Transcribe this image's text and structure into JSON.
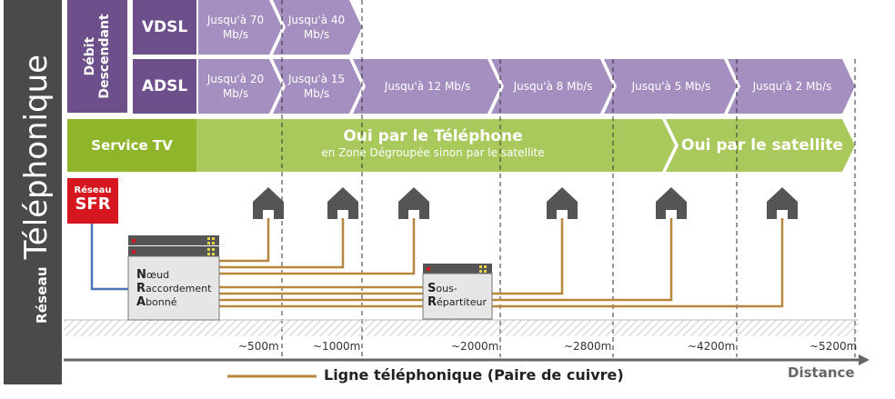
{
  "side": {
    "small": "Réseau",
    "big": "Téléphonique"
  },
  "debit": {
    "line1": "Débit",
    "line2": "Descendant"
  },
  "rows": {
    "vdsl": {
      "label": "VDSL",
      "segments": [
        {
          "l1": "Jusqu'à 70",
          "l2": "Mb/s"
        },
        {
          "l1": "Jusqu'à 40",
          "l2": "Mb/s"
        }
      ]
    },
    "adsl": {
      "label": "ADSL",
      "segments": [
        {
          "l1": "Jusqu'à 20",
          "l2": "Mb/s"
        },
        {
          "l1": "Jusqu'à 15",
          "l2": "Mb/s"
        },
        {
          "l1": "Jusqu'à 12 Mb/s",
          "l2": ""
        },
        {
          "l1": "Jusqu'à 8 Mb/s",
          "l2": ""
        },
        {
          "l1": "Jusqu'à 5 Mb/s",
          "l2": ""
        },
        {
          "l1": "Jusqu'à 2 Mb/s",
          "l2": ""
        }
      ]
    }
  },
  "tv": {
    "label": "Service TV",
    "main": "Oui par le Téléphone",
    "sub": "en Zone Dégroupée sinon par le satellite",
    "satellite": "Oui par le satellite"
  },
  "sfr": {
    "line1": "Réseau",
    "line2": "SFR"
  },
  "nra": {
    "n_initial": "N",
    "n_rest": "œud",
    "r_initial": "R",
    "r_rest": "accordement",
    "a_initial": "A",
    "a_rest": "bonné"
  },
  "sr": {
    "s_initial": "S",
    "s_rest": "ous-",
    "r_initial": "R",
    "r_rest": "épartiteur"
  },
  "distances": [
    "~500m",
    "~1000m",
    "~2000m",
    "~2800m",
    "~4200m",
    "~5200m"
  ],
  "legend": "Ligne téléphonique (Paire de cuivre)",
  "distance_label": "Distance",
  "colors": {
    "purple_dark": "#6c4f8b",
    "purple_light": "#a48fc0",
    "green_dark": "#8fb52a",
    "green_light": "#aac95d",
    "copper": "#b8873e",
    "fiber": "#4a74b8",
    "sfr_red": "#d7171f",
    "house": "#555555"
  }
}
